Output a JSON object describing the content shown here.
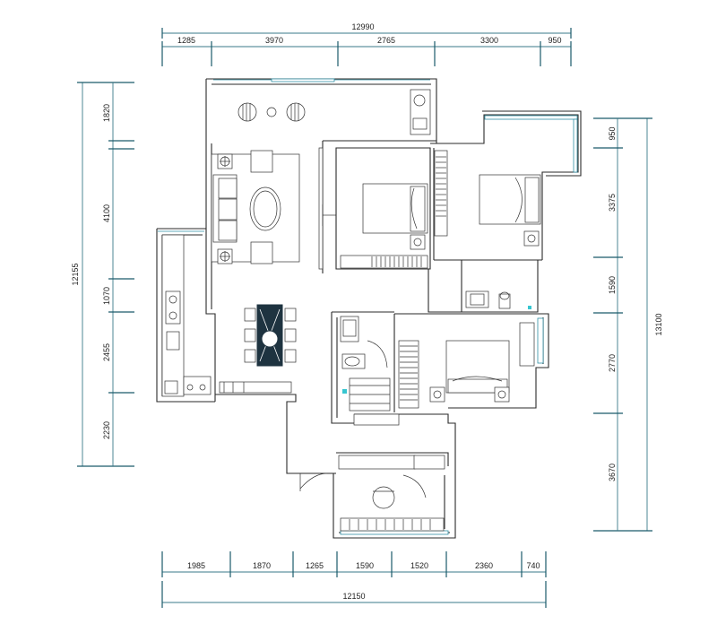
{
  "plan": {
    "dimensions": {
      "top_total": "12990",
      "top_segments": [
        "1285",
        "3970",
        "2765",
        "3300",
        "950"
      ],
      "bottom_total": "12150",
      "bottom_segments": [
        "1985",
        "1870",
        "1265",
        "1590",
        "1520",
        "2360",
        "740"
      ],
      "left_total": "12155",
      "left_segments": [
        "1820",
        "4100",
        "1070",
        "2455",
        "2230"
      ],
      "right_total": "13100",
      "right_segments": [
        "950",
        "3375",
        "1590",
        "2770",
        "3670"
      ]
    },
    "colors": {
      "dimension_line": "#3a7a8a",
      "wall": "#2a2a2a",
      "window": "#2f8fa5",
      "accent_marker": "#37c6d0",
      "dining_table": "#1e3340"
    }
  }
}
